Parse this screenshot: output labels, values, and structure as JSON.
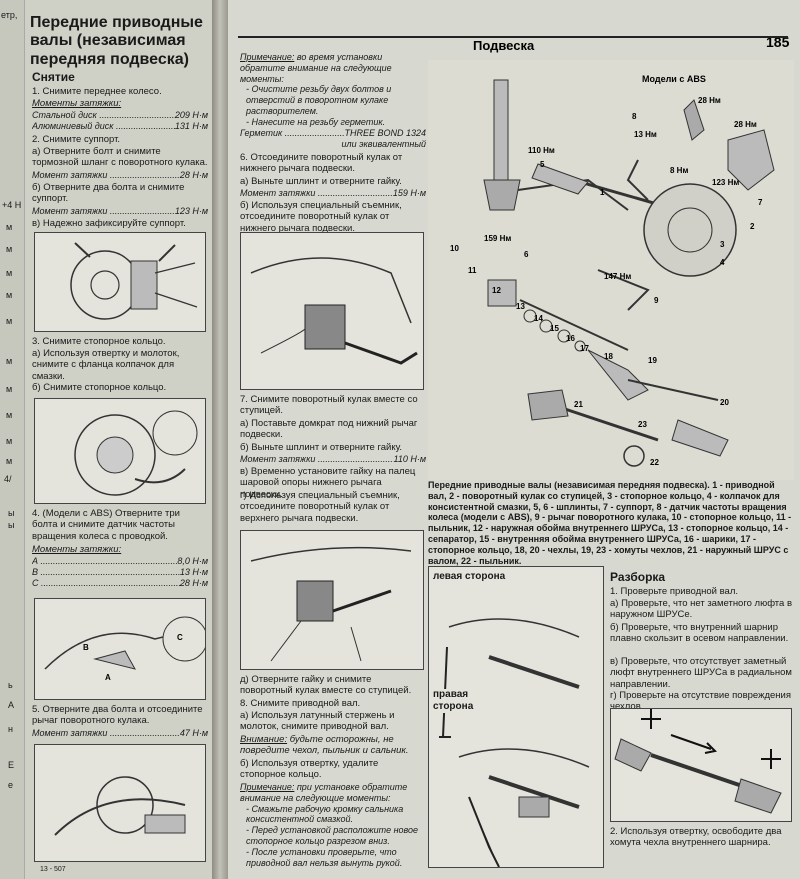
{
  "left_page": {
    "margin_fragments": [
      "етр,",
      "+4 Н",
      "м",
      "м",
      "м",
      "м",
      "м",
      "м",
      "м",
      "м",
      "м",
      "м",
      "4/",
      "ы",
      "ы",
      "ь",
      "А",
      "н",
      "Е",
      "е"
    ],
    "title": "Передние приводные валы (независимая передняя подвеска)",
    "section": "Снятие",
    "step1": "1. Снимите переднее колесо.",
    "torques1_label": "Моменты затяжки:",
    "torques1": [
      {
        "label": "Стальной диск",
        "value": "209 Н·м"
      },
      {
        "label": "Алюминиевый диск",
        "value": "131 Н·м"
      }
    ],
    "step2": "2. Снимите суппорт.",
    "step2a": "а) Отверните болт и снимите тормозной шланг с поворотного кулака.",
    "torque2a_label": "Момент затяжки",
    "torque2a_value": "28 Н·м",
    "step2b": "б) Отверните два болта и снимите суппорт.",
    "torque2b_label": "Момент затяжки",
    "torque2b_value": "123 Н·м",
    "step2c": "в) Надежно зафиксируйте суппорт.",
    "step3": "3. Снимите стопорное кольцо.",
    "step3a": "а) Используя отвертку и молоток, снимите с фланца колпачок для смазки.",
    "step3b": "б) Снимите стопорное кольцо.",
    "step4": "4. (Модели с ABS) Отверните три болта и снимите датчик частоты вращения колеса с проводкой.",
    "torques4_label": "Моменты затяжки:",
    "torques4": [
      {
        "label": "А",
        "value": "8,0 Н·м"
      },
      {
        "label": "В",
        "value": "13 Н·м"
      },
      {
        "label": "С",
        "value": "28 Н·м"
      }
    ],
    "fig4_labels": [
      "A",
      "B",
      "C"
    ],
    "step5": "5. Отверните два болта и отсоедините рычаг поворотного кулака.",
    "torque5_label": "Момент затяжки",
    "torque5_value": "47 Н·м",
    "footer_code": "13 - 507"
  },
  "header": {
    "title": "Подвеска",
    "page_number": "185"
  },
  "col2": {
    "note_label": "Примечание:",
    "note_text": "во время установки обратите внимание на следующие моменты:",
    "note_items": [
      "- Очистите резьбу двух болтов и отверстий в поворотном кулаке растворителем.",
      "- Нанесите на резьбу герметик."
    ],
    "sealant_label": "Герметик",
    "sealant_value": "THREE BOND 1324",
    "sealant_alt": "или эквивалентный",
    "step6": "6. Отсоедините поворотный кулак от нижнего рычага подвески.",
    "step6a": "а) Выньте шплинт и отверните гайку.",
    "torque6_label": "Момент затяжки",
    "torque6_value": "159 Н·м",
    "step6b": "б) Используя специальный съемник, отсоедините поворотный кулак от нижнего рычага подвески.",
    "step7": "7. Снимите поворотный кулак вместе со ступицей.",
    "step7a": "а) Поставьте домкрат под нижний рычаг подвески.",
    "step7b": "б) Выньте шплинт и отверните гайку.",
    "torque7_label": "Момент затяжки",
    "torque7_value": "110 Н·м",
    "step7c": "в) Временно установите гайку на палец шаровой опоры нижнего рычага подвески.",
    "step7d": "г) Используя специальный съемник, отсоедините поворотный кулак от верхнего рычага подвески.",
    "step7e": "д) Отверните гайку и снимите поворотный кулак вместе со ступицей.",
    "step8": "8. Снимите приводной вал.",
    "step8a": "а) Используя латунный стержень и молоток, снимите приводной вал.",
    "warning_label": "Внимание:",
    "warning_text": "будьте осторожны, не повредите чехол, пыльник и сальник.",
    "step8b": "б) Используя отвертку, удалите стопорное кольцо.",
    "note2_label": "Примечание:",
    "note2_text": "при установке обратите внимание на следующие моменты:",
    "note2_items": [
      "- Смажьте рабочую кромку сальника консистентной смазкой.",
      "- Перед установкой расположите новое стопорное кольцо разрезом вниз.",
      "- После установки проверьте, что приводной вал нельзя вынуть рукой."
    ]
  },
  "exploded": {
    "abs_label": "Модели с ABS",
    "torques": [
      "28 Нм",
      "28 Нм",
      "13 Нм",
      "8 Нм",
      "123 Нм",
      "110 Нм",
      "159 Нм",
      "147 Нм"
    ],
    "part_numbers": [
      "1",
      "2",
      "3",
      "4",
      "5",
      "6",
      "7",
      "8",
      "9",
      "10",
      "11",
      "12",
      "13",
      "14",
      "15",
      "16",
      "17",
      "18",
      "19",
      "20",
      "21",
      "22",
      "23"
    ],
    "caption": "Передние приводные валы (независимая передняя подвеска). 1 - приводной вал, 2 - поворотный кулак со ступицей, 3 - стопорное кольцо, 4 - колпачок для консистентной смазки, 5, 6 - шплинты, 7 - суппорт, 8 - датчик частоты вращения колеса (модели с ABS), 9 - рычаг поворотного кулака, 10 - стопорное кольцо, 11 - пыльник, 12 - наружная обойма внутреннего ШРУСа, 13 - стопорное кольцо, 14 - сепаратор, 15 - внутренняя обойма внутреннего ШРУСа, 16 - шарики, 17 - стопорное кольцо, 18, 20 - чехлы, 19, 23 - хомуты чехлов, 21 - наружный ШРУС с валом, 22 - пыльник."
  },
  "sides": {
    "left": "левая сторона",
    "right_line1": "правая",
    "right_line2": "сторона"
  },
  "disassembly": {
    "title": "Разборка",
    "step1": "1. Проверьте приводной вал.",
    "step1a": "а) Проверьте, что нет заметного люфта в наружном ШРУСе.",
    "step1b": "б) Проверьте, что внутренний шарнир плавно скользит в осевом направлении.",
    "step1c": "в) Проверьте, что отсутствует заметный люфт внутреннего ШРУСа в радиальном направлении.",
    "step1d": "г) Проверьте на отсутствие повреждения чехлов.",
    "step2": "2. Используя отвертку, освободите два хомута чехла внутреннего шарнира."
  }
}
